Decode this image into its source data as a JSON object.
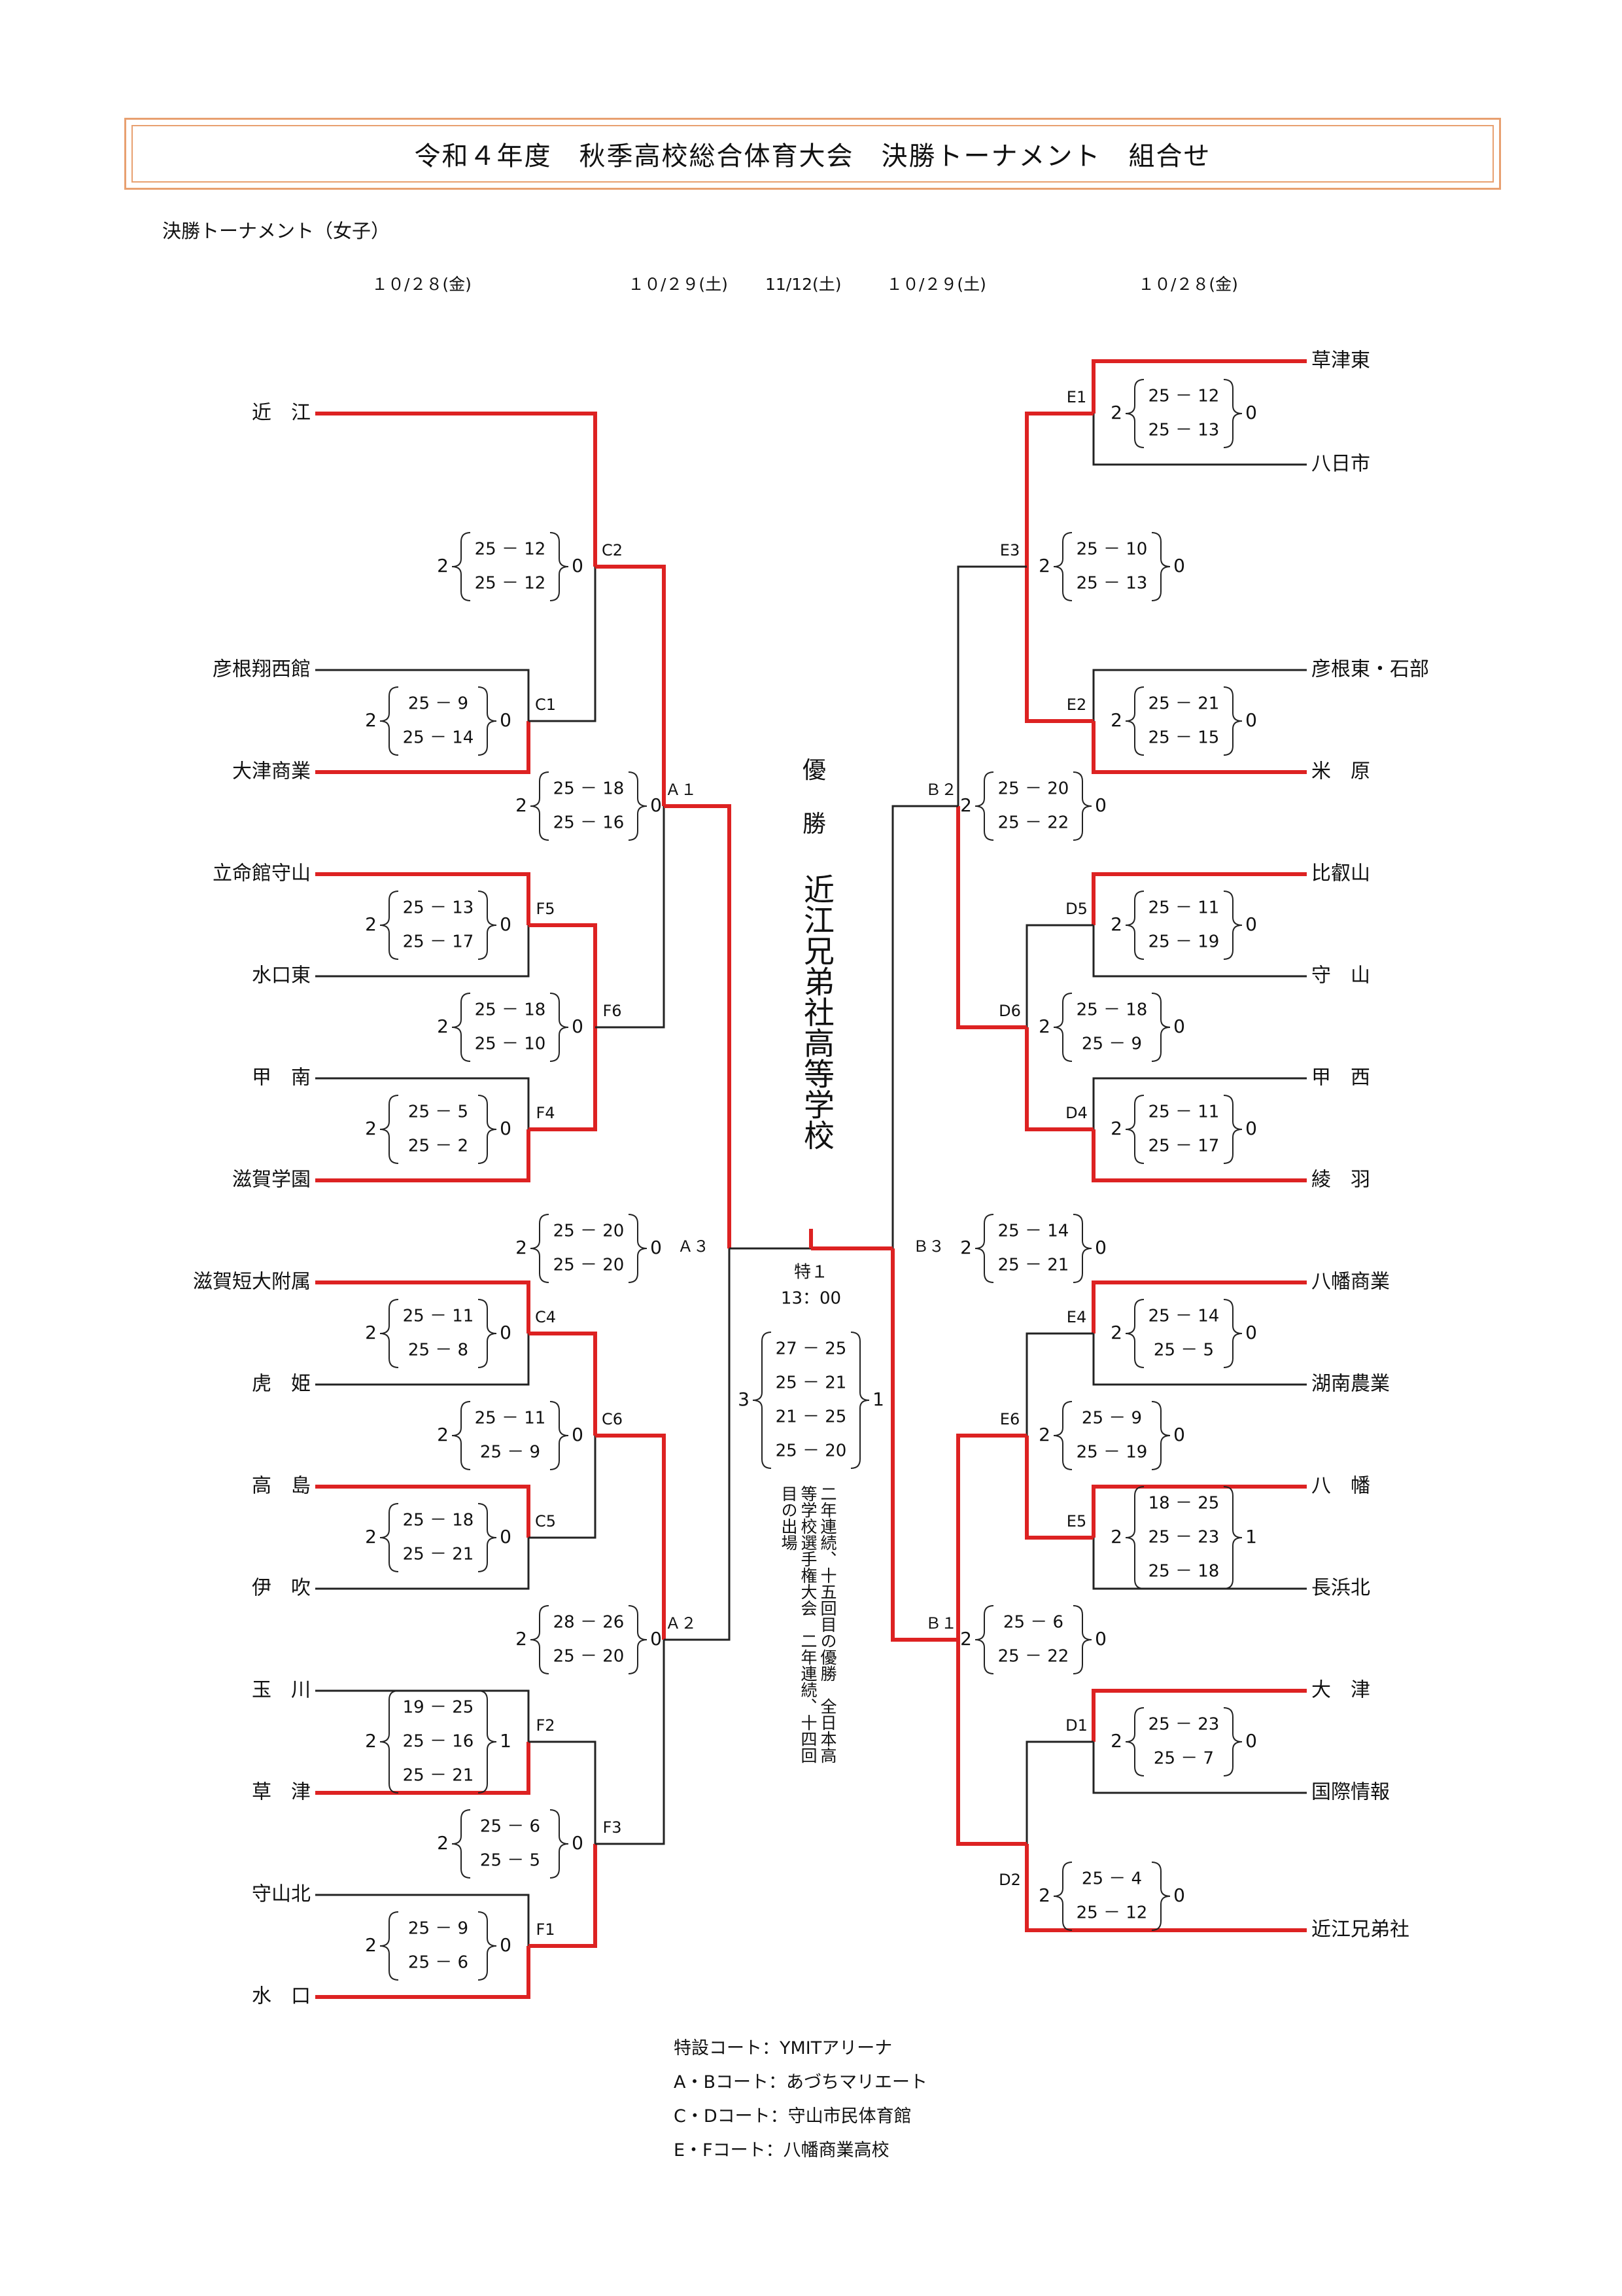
{
  "title": "令和４年度　秋季高校総合体育大会　決勝トーナメント　組合せ",
  "subtitle": "決勝トーナメント（女子）",
  "dates": {
    "left_round1": "１０/２８(金)",
    "left_round2": "１０/２９(土)",
    "final": "11/12(土)",
    "right_round2": "１０/２９(土)",
    "right_round1": "１０/２８(金)"
  },
  "champion": {
    "label_1": "優",
    "label_2": "勝",
    "name": "近江兄弟社高等学校"
  },
  "champion_note": "二年連続、十五回目の優勝　全日本高等学校選手権大会　二年連続、十四回目の出場",
  "final_match": {
    "code": "特１",
    "time": "13：00",
    "sets_left": "3",
    "sets_right": "1"
  },
  "teams_left": [
    "近　江",
    "彦根翔西館",
    "大津商業",
    "立命館守山",
    "水口東",
    "甲　南",
    "滋賀学園",
    "滋賀短大附属",
    "虎　姫",
    "高　島",
    "伊　吹",
    "玉　川",
    "草　津",
    "守山北",
    "水　口"
  ],
  "teams_right": [
    "草津東",
    "八日市",
    "彦根東・石部",
    "米　原",
    "比叡山",
    "守　山",
    "甲　西",
    "綾　羽",
    "八幡商業",
    "湖南農業",
    "八　幡",
    "長浜北",
    "大　津",
    "国際情報",
    "近江兄弟社"
  ],
  "matches": [
    {
      "code": "C1",
      "left": "2",
      "right": "0",
      "sets": [
        "25 － 9",
        "25 － 14"
      ]
    },
    {
      "code": "C2",
      "left": "2",
      "right": "0",
      "sets": [
        "25 － 12",
        "25 － 12"
      ]
    },
    {
      "code": "Ａ１",
      "left": "2",
      "right": "0",
      "sets": [
        "25 － 18",
        "25 － 16"
      ]
    },
    {
      "code": "F5",
      "left": "2",
      "right": "0",
      "sets": [
        "25 － 13",
        "25 － 17"
      ]
    },
    {
      "code": "F6",
      "left": "2",
      "right": "0",
      "sets": [
        "25 － 18",
        "25 － 10"
      ]
    },
    {
      "code": "F4",
      "left": "2",
      "right": "0",
      "sets": [
        "25 － 5",
        "25 － 2"
      ]
    },
    {
      "code": "Ａ３",
      "left": "2",
      "right": "0",
      "sets": [
        "25 － 20",
        "25 － 20"
      ]
    },
    {
      "code": "C4",
      "left": "2",
      "right": "0",
      "sets": [
        "25 － 11",
        "25 － 8"
      ]
    },
    {
      "code": "C6",
      "left": "2",
      "right": "0",
      "sets": [
        "25 － 11",
        "25 － 9"
      ]
    },
    {
      "code": "C5",
      "left": "2",
      "right": "0",
      "sets": [
        "25 － 18",
        "25 － 21"
      ]
    },
    {
      "code": "Ａ２",
      "left": "2",
      "right": "0",
      "sets": [
        "28 － 26",
        "25 － 20"
      ]
    },
    {
      "code": "F2",
      "left": "2",
      "right": "1",
      "sets": [
        "19 － 25",
        "25 － 16",
        "25 － 21"
      ]
    },
    {
      "code": "F3",
      "left": "2",
      "right": "0",
      "sets": [
        "25 － 6",
        "25 － 5"
      ]
    },
    {
      "code": "F1",
      "left": "2",
      "right": "0",
      "sets": [
        "25 － 9",
        "25 － 6"
      ]
    },
    {
      "code": "E1",
      "left": "2",
      "right": "0",
      "sets": [
        "25 － 12",
        "25 － 13"
      ]
    },
    {
      "code": "E3",
      "left": "2",
      "right": "0",
      "sets": [
        "25 － 10",
        "25 － 13"
      ]
    },
    {
      "code": "E2",
      "left": "2",
      "right": "0",
      "sets": [
        "25 － 21",
        "25 － 15"
      ]
    },
    {
      "code": "Ｂ２",
      "left": "2",
      "right": "0",
      "sets": [
        "25 － 20",
        "25 － 22"
      ]
    },
    {
      "code": "D5",
      "left": "2",
      "right": "0",
      "sets": [
        "25 － 11",
        "25 － 19"
      ]
    },
    {
      "code": "D6",
      "left": "2",
      "right": "0",
      "sets": [
        "25 － 18",
        "25 － 9"
      ]
    },
    {
      "code": "D4",
      "left": "2",
      "right": "0",
      "sets": [
        "25 － 11",
        "25 － 17"
      ]
    },
    {
      "code": "Ｂ３",
      "left": "2",
      "right": "0",
      "sets": [
        "25 － 14",
        "25 － 21"
      ]
    },
    {
      "code": "E4",
      "left": "2",
      "right": "0",
      "sets": [
        "25 － 14",
        "25 － 5"
      ]
    },
    {
      "code": "E6",
      "left": "2",
      "right": "0",
      "sets": [
        "25 － 9",
        "25 － 19"
      ]
    },
    {
      "code": "E5",
      "left": "2",
      "right": "1",
      "sets": [
        "18 － 25",
        "25 － 23",
        "25 － 18"
      ]
    },
    {
      "code": "Ｂ１",
      "left": "2",
      "right": "0",
      "sets": [
        "25 － 6",
        "25 － 22"
      ]
    },
    {
      "code": "D1",
      "left": "2",
      "right": "0",
      "sets": [
        "25 － 23",
        "25 － 7"
      ]
    },
    {
      "code": "D2",
      "left": "2",
      "right": "0",
      "sets": [
        "25 － 4",
        "25 － 12"
      ]
    },
    {
      "code": "",
      "left": "3",
      "right": "1",
      "sets": [
        "27 － 25",
        "25 － 21",
        "21 － 25",
        "25 － 20"
      ]
    }
  ],
  "courts": [
    "特設コート：YMITアリーナ",
    "A・Bコート：あづちマリエート",
    "C・Dコート：守山市民体育館",
    "E・Fコート：八幡商業高校"
  ],
  "colors": {
    "winner_line": "#dd2222",
    "line": "#222222",
    "title_border": "#e8a070"
  }
}
